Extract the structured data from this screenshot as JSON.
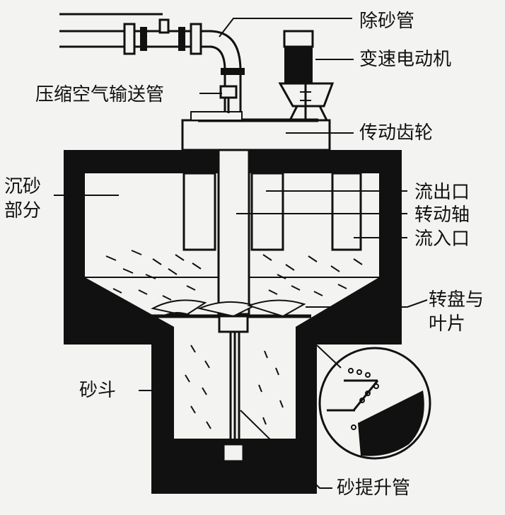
{
  "labels": {
    "sand_removal_pipe": "除砂管",
    "variable_speed_motor": "变速电动机",
    "compressed_air_pipe": "压缩空气输送管",
    "transmission_gear": "传动齿轮",
    "settling_part_line1": "沉砂",
    "settling_part_line2": "部分",
    "outlet": "流出口",
    "rotating_shaft": "转动轴",
    "inlet": "流入口",
    "turntable_blades_line1": "转盘与",
    "turntable_blades_line2": "叶片",
    "sand_hopper": "砂斗",
    "sand_lift_pipe": "砂提升管"
  },
  "colors": {
    "ink": "#111111",
    "paper": "#f3f3f1"
  }
}
